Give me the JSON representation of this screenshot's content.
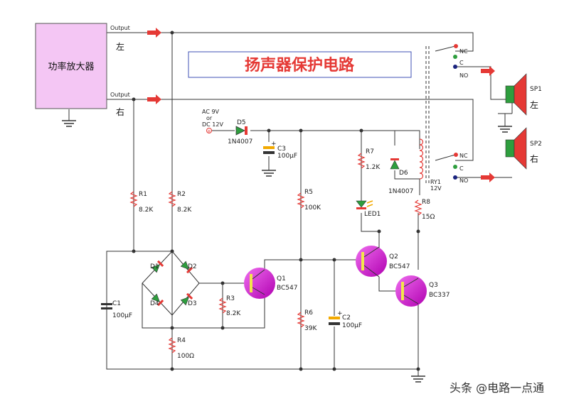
{
  "title": "扬声器保护电路",
  "amplifier": {
    "label": "功率放大器",
    "out_label_top": "Output",
    "out_label_bottom": "Output",
    "left": "左",
    "right": "右"
  },
  "supply": {
    "line1": "AC 9V",
    "line2": "or",
    "line3": "DC 12V"
  },
  "components": {
    "D5": "D5",
    "D5_val": "1N4007",
    "C3": "C3",
    "C3_val": "100µF",
    "R1": "R1",
    "R1_val": "8.2K",
    "R2": "R2",
    "R2_val": "8.2K",
    "R3": "R3",
    "R3_val": "8.2K",
    "R4": "R4",
    "R4_val": "100Ω",
    "R5": "R5",
    "R5_val": "100K",
    "R6": "R6",
    "R6_val": "39K",
    "R7": "R7",
    "R7_val": "1.2K",
    "R8": "R8",
    "R8_val": "15Ω",
    "C1": "C1",
    "C1_val": "100µF",
    "C2": "C2",
    "C2_val": "100µF",
    "D1": "D1",
    "D2": "D2",
    "D3": "D3",
    "D4": "D4",
    "D6": "D6",
    "D6_val": "1N4007",
    "LED1": "LED1",
    "Q1": "Q1",
    "Q1_val": "BC547",
    "Q2": "Q2",
    "Q2_val": "BC547",
    "Q3": "Q3",
    "Q3_val": "BC337",
    "RY1": "RY1",
    "RY1_val": "12V"
  },
  "relay": {
    "nc": "NC",
    "c": "C",
    "no": "NO"
  },
  "speakers": {
    "sp1": "SP1",
    "sp1_side": "左",
    "sp2": "SP2",
    "sp2_side": "右"
  },
  "watermark": "头条 @电路一点通"
}
